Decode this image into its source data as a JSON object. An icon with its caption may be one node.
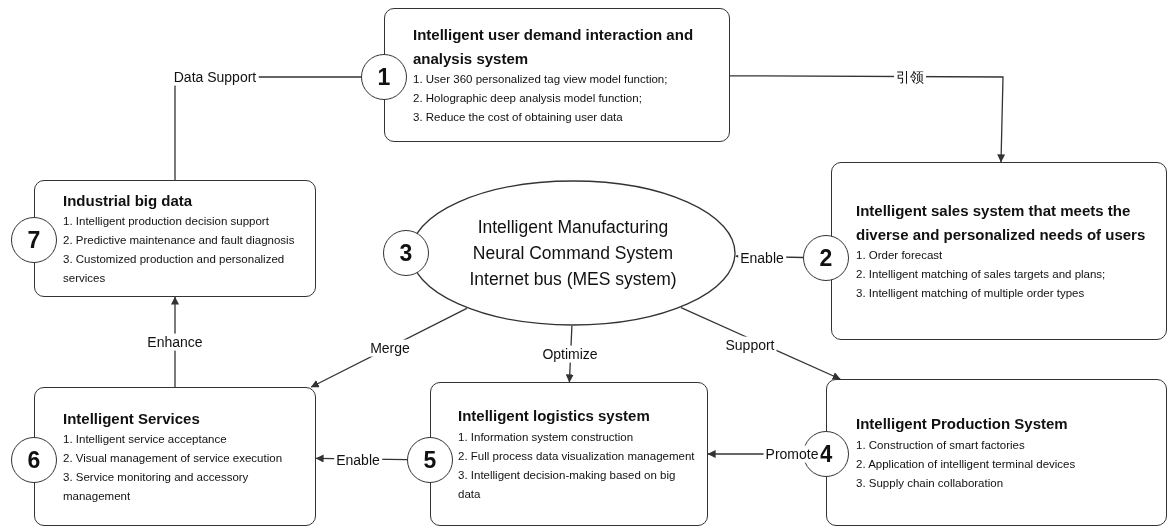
{
  "diagram": {
    "nodes": [
      {
        "text": [
          "Intelligent user demand interaction and analysis system",
          "1. User 360 personalized tag view model function;",
          "2. Holographic deep analysis model function;",
          "3. Reduce the cost of obtaining user data"
        ]
      },
      {
        "text": [
          "1"
        ]
      },
      {
        "text": [
          "Industrial big data",
          "1. Intelligent production decision support",
          "2. Predictive maintenance and fault diagnosis",
          "3. Customized production and personalized services"
        ]
      },
      {
        "text": [
          "7"
        ]
      },
      {
        "text": [
          "Intelligent Manufacturing Neural Command System Internet bus (MES system)"
        ]
      },
      {
        "text": [
          "3"
        ]
      },
      {
        "text": [
          "Intelligent sales system that meets the diverse and personalized needs of users",
          "1. Order forecast",
          "2. Intelligent matching of sales targets and plans;",
          "3. Intelligent matching of multiple order types"
        ]
      },
      {
        "text": [
          "2"
        ]
      },
      {
        "text": [
          "Intelligent Services",
          "1. Intelligent service acceptance",
          "2. Visual management of service execution",
          "3. Service monitoring and accessory management"
        ]
      },
      {
        "text": [
          "6"
        ]
      },
      {
        "text": [
          "Intelligent logistics system",
          "1. Information system construction",
          "2. Full process data visualization management",
          "3. Intelligent decision-making based on big data"
        ]
      },
      {
        "text": [
          "5"
        ]
      },
      {
        "text": [
          "Intelligent Production System",
          "1. Construction of smart factories",
          "2. Application of intelligent terminal devices",
          "3. Supply chain collaboration"
        ]
      },
      {
        "text": [
          "4"
        ]
      }
    ],
    "edges": [
      {
        "from": 1,
        "to": 2,
        "arrow": "none",
        "label": "Data Support"
      },
      {
        "from": 0,
        "to": 6,
        "arrow": "to",
        "label": "引领"
      },
      {
        "from": 7,
        "to": 4,
        "arrow": "to",
        "label": "Enable"
      },
      {
        "from": 4,
        "to": 8,
        "arrow": "to",
        "label": "Merge"
      },
      {
        "from": 4,
        "to": 10,
        "arrow": "to",
        "label": "Optimize"
      },
      {
        "from": 4,
        "to": 12,
        "arrow": "to",
        "label": "Support"
      },
      {
        "from": 13,
        "to": 10,
        "arrow": "to",
        "label": "Promote"
      },
      {
        "from": 11,
        "to": 8,
        "arrow": "to",
        "label": "Enable"
      },
      {
        "from": 8,
        "to": 2,
        "arrow": "to",
        "label": "Enhance"
      }
    ]
  }
}
